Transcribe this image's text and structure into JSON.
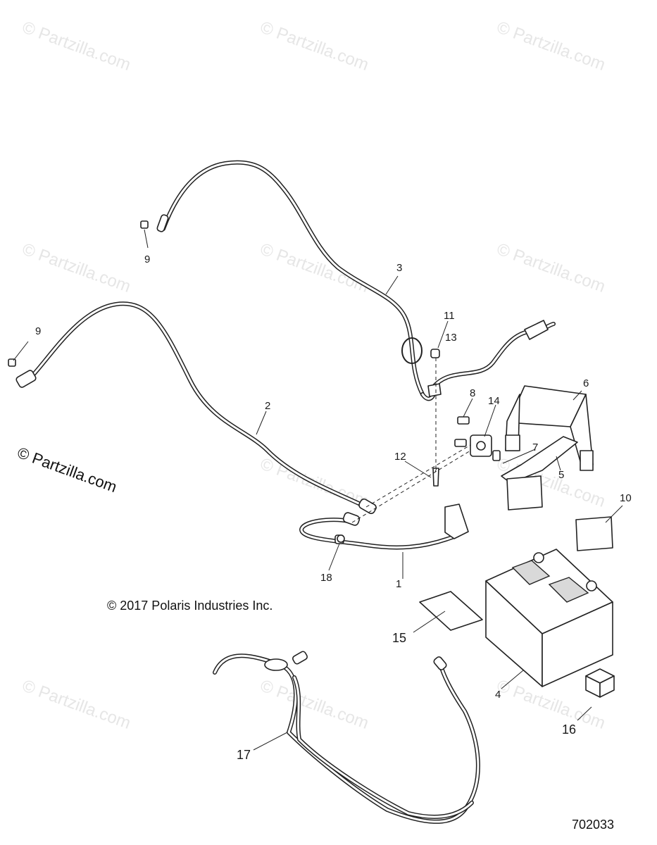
{
  "watermark": "© Partzilla.com",
  "side_mark": "© Partzilla.com",
  "copyright": "© 2017 Polaris Industries Inc.",
  "figure_id": "702033",
  "callouts": {
    "c1": "1",
    "c2": "2",
    "c3": "3",
    "c4": "4",
    "c5": "5",
    "c6": "6",
    "c7": "7",
    "c8": "8",
    "c9a": "9",
    "c9b": "9",
    "c10": "10",
    "c11": "11",
    "c12": "12",
    "c13": "13",
    "c14": "14",
    "c15": "15",
    "c16": "16",
    "c17": "17",
    "c18": "18"
  }
}
